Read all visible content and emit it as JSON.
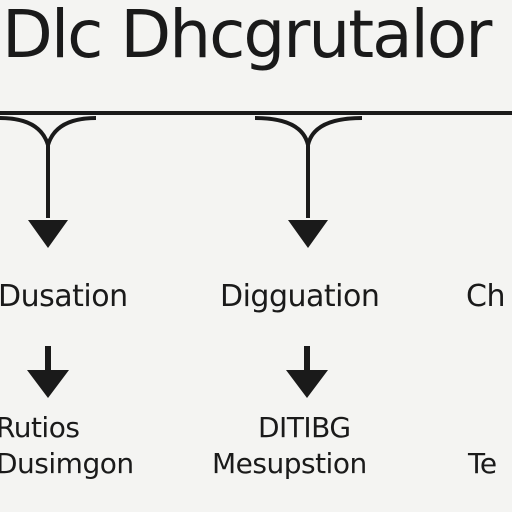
{
  "title": "Dlc Dhcgrutalor",
  "level1": [
    "Dusation",
    "Digguation",
    "Ch"
  ],
  "level2": [
    [
      "Rutios",
      "Dusimgon"
    ],
    [
      "DITIBG",
      "Mesupstion"
    ],
    [
      "",
      "Te"
    ]
  ],
  "colors": {
    "ink": "#1a1a1a",
    "background": "#f4f4f2"
  }
}
